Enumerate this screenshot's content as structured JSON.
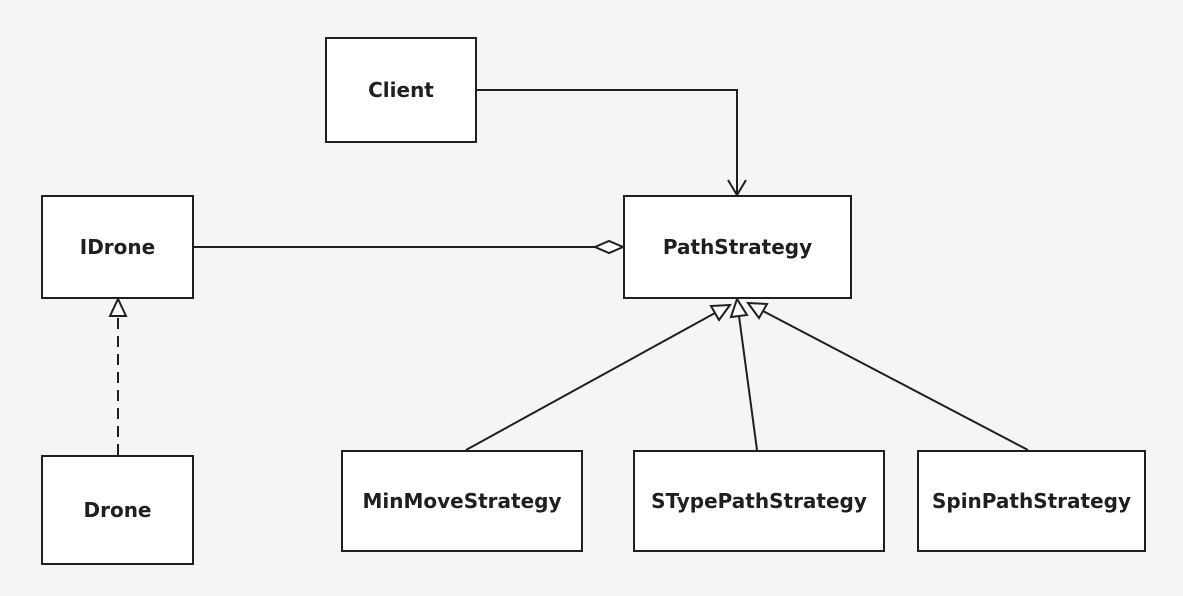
{
  "diagram": {
    "classes": {
      "client": "Client",
      "idrone": "IDrone",
      "drone": "Drone",
      "path_strategy": "PathStrategy",
      "min_move": "MinMoveStrategy",
      "stype_path": "STypePathStrategy",
      "spin_path": "SpinPathStrategy"
    },
    "relations": [
      {
        "from": "Client",
        "to": "PathStrategy",
        "type": "association"
      },
      {
        "from": "IDrone",
        "to": "PathStrategy",
        "type": "aggregation"
      },
      {
        "from": "Drone",
        "to": "IDrone",
        "type": "realization"
      },
      {
        "from": "MinMoveStrategy",
        "to": "PathStrategy",
        "type": "generalization"
      },
      {
        "from": "STypePathStrategy",
        "to": "PathStrategy",
        "type": "generalization"
      },
      {
        "from": "SpinPathStrategy",
        "to": "PathStrategy",
        "type": "generalization"
      }
    ],
    "colors": {
      "background": "#f5f5f5",
      "line": "#1f1f1f",
      "box_fill": "#ffffff"
    }
  }
}
